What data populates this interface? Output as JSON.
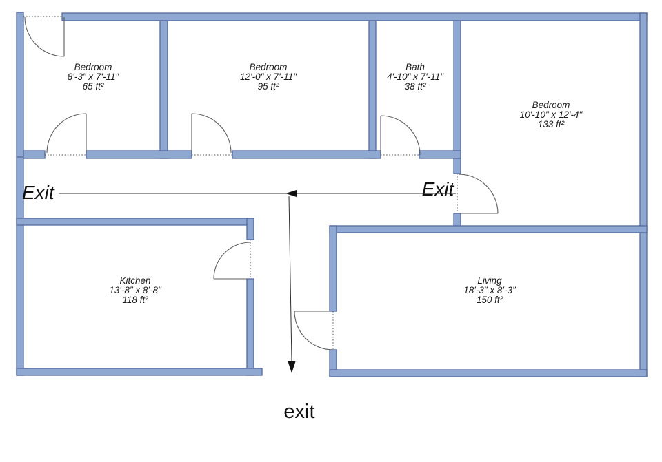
{
  "colors": {
    "background": "#ffffff",
    "wall_fill": "#8ea8d2",
    "wall_stroke": "#55699f",
    "door_line": "#5f5f5f",
    "route_line": "#2f2f2f",
    "text": "#1c1c1c"
  },
  "rooms": [
    {
      "id": "bedroom-1",
      "name": "Bedroom",
      "dims": "8'-3\" x 7'-11\"",
      "area": "65 ft²"
    },
    {
      "id": "bedroom-2",
      "name": "Bedroom",
      "dims": "12'-0\" x 7'-11\"",
      "area": "95 ft²"
    },
    {
      "id": "bath",
      "name": "Bath",
      "dims": "4'-10\" x 7'-11\"",
      "area": "38 ft²"
    },
    {
      "id": "bedroom-3",
      "name": "Bedroom",
      "dims": "10'-10\" x 12'-4\"",
      "area": "133 ft²"
    },
    {
      "id": "kitchen",
      "name": "Kitchen",
      "dims": "13'-8\" x 8'-8\"",
      "area": "118 ft²"
    },
    {
      "id": "living",
      "name": "Living",
      "dims": "18'-3\" x 8'-3\"",
      "area": "150 ft²"
    }
  ],
  "exit_labels": {
    "left": "Exit",
    "right": "Exit",
    "bottom": "exit"
  }
}
